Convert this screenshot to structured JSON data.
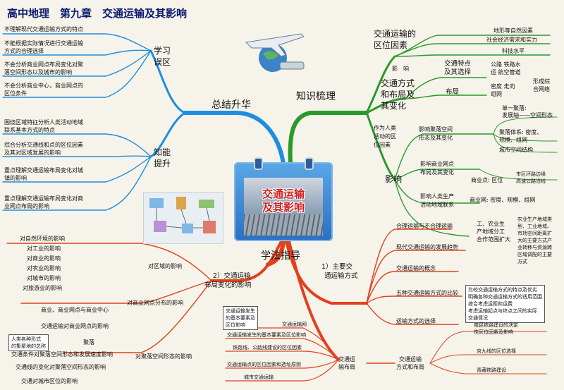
{
  "title": "高中地理　第九章　交通运输及其影响",
  "center": {
    "line1": "交通运输",
    "line2": "及其影响"
  },
  "branches": {
    "zongjie": "总结升华",
    "zhishi": "知识梳理",
    "xuefa": "学法指导"
  },
  "xuexi": {
    "label1": "学习",
    "label2": "误区",
    "items": [
      "不理解现代交通运输方式的特点",
      "不能根据实际情况进行交通运输",
      "方式的合理选择",
      "不会分析商业网点布局变化对聚",
      "落空间形态以及城市的影响",
      "不会分析商业中心，商业网点的",
      "区位条件"
    ]
  },
  "zhineng": {
    "label1": "知能",
    "label2": "提升",
    "items": [
      "围绕区域特征分析人类活动地域",
      "联系基本方式的特点",
      "综合分析交通线和点的区位因素",
      "及其对区域发展的影响",
      "重点理解交通运输布局变化对城",
      "镇的影响",
      "重点理解交通运输布局变化对商",
      "业网点布局的影响"
    ]
  },
  "quwei": {
    "label1": "交通运输的",
    "label2": "区位因素",
    "items": [
      "地形等自然因素",
      "社会经济需求和实力",
      "科技水平"
    ],
    "yingxiang": "影　响"
  },
  "fangshi": {
    "label1": "交通方式",
    "label2": "和布局及",
    "label3": "其变化",
    "te1": "交通特点",
    "te2": "及其选择",
    "modes1": "公路 铁路水",
    "modes2": "运 航空管道",
    "buju": "布局",
    "density1": "密度 走向",
    "density2": "组网",
    "net1": "形成综",
    "net2": "合网络"
  },
  "yingxiang": {
    "label": "影响",
    "act1": "作为人类",
    "act2": "活动的区",
    "act3": "位因素",
    "juluo1": "影响聚落空间",
    "juluo2": "形态及其变化",
    "single1": "单一聚落:",
    "single2": "发展轴——空间形态",
    "multi1": "聚落体系: 密度、",
    "multi2": "规模、组网",
    "city": "城市空间结构",
    "shangye1": "影响商业网点",
    "shangye2": "布局及其变化",
    "sy_point": "商业点: 区位",
    "sy_side1": "市区环路边缘",
    "sy_side2": "高速公路沿线",
    "lianxi1": "影响人类生产",
    "lianxi2": "活动地域联系",
    "sy_net": "商业网: 密度、规模、组网",
    "gongye1": "工、农业生",
    "gongye2": "产地域分工",
    "gongye3": "合作范围扩大",
    "gy_desc": [
      "农业生产地域类",
      "型、工业地域、",
      "市场空间距离扩",
      "大的主要方式产",
      "业转移与资源跨",
      "区域调配的主要",
      "方式"
    ]
  },
  "zhuyao": {
    "label1": "1）主要交",
    "label2": "通运输方式",
    "items": [
      "合理运输与不合理运输",
      "现代交通运输的发展趋势",
      "交通运输的概念",
      "五种交通运输方式的比较",
      "运输方式的选择"
    ],
    "compare": [
      "比较交通运输方式的特点及优劣",
      "明确各种交通运输方式的适用范围",
      "综合考虑运距和运费",
      "考虑运输起点与终点之间的实际",
      "交通情况"
    ]
  },
  "buju": {
    "label1": "交通运",
    "label2": "输布局",
    "center_items": [
      "交通运输网",
      "交通运输发生的基本要素及区位影响",
      "铁路线、公路线建设的区位因素",
      "交通运输点的区位因素和选址原则",
      "城市交通运输"
    ],
    "boxed": [
      "交通运输发生",
      "的基本要素及",
      "区位影响"
    ],
    "sub1": "交通运输",
    "sub2": "方式和布局",
    "sub_items": [
      "南昆铁路建设的决定",
      "性区位因素及影响",
      "京九线的区位选择",
      "青藏铁路建设"
    ]
  },
  "bianhua": {
    "label1": "2）交通运输",
    "label2": "布局变化的影响",
    "quyu": "对区域的影响",
    "quyu_items": [
      "对自然环境的影响",
      "对工业的影响",
      "对商业的影响",
      "对农业的影响",
      "对城市的影响",
      "对旅游业的影响"
    ],
    "shangye": "对商业网点分布的影响",
    "sy_items": [
      "商业、商业网点与商业中心",
      "交通运输对商业网点的影响"
    ],
    "juluo": "对聚落空间形态的影响",
    "jl_box": [
      "人类各种形式",
      "的集聚地的总称"
    ],
    "jl_label": "聚落",
    "jl_items": [
      "交通条件对聚落空间形态和发展速度影响",
      "交通线的变化对聚落空间形态的影响",
      "交通对城市区位的影响"
    ]
  },
  "colors": {
    "blue": "#1e8ee0",
    "green": "#2a9a2a",
    "red": "#e2401c",
    "title": "#0b1a6e"
  }
}
